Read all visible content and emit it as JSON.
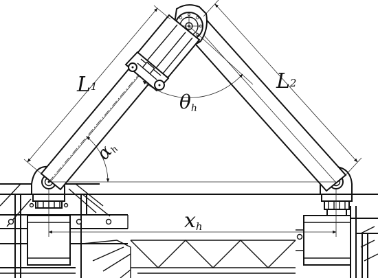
{
  "labels": {
    "L1": {
      "main": "L",
      "sub": "1"
    },
    "L2": {
      "main": "L",
      "sub": "2"
    },
    "theta": {
      "main": "θ",
      "sub": "h"
    },
    "alpha": {
      "main": "α",
      "sub": "h"
    },
    "x": {
      "main": "x",
      "sub": "h"
    }
  },
  "colors": {
    "ink": "#111111",
    "background": "#ffffff"
  }
}
